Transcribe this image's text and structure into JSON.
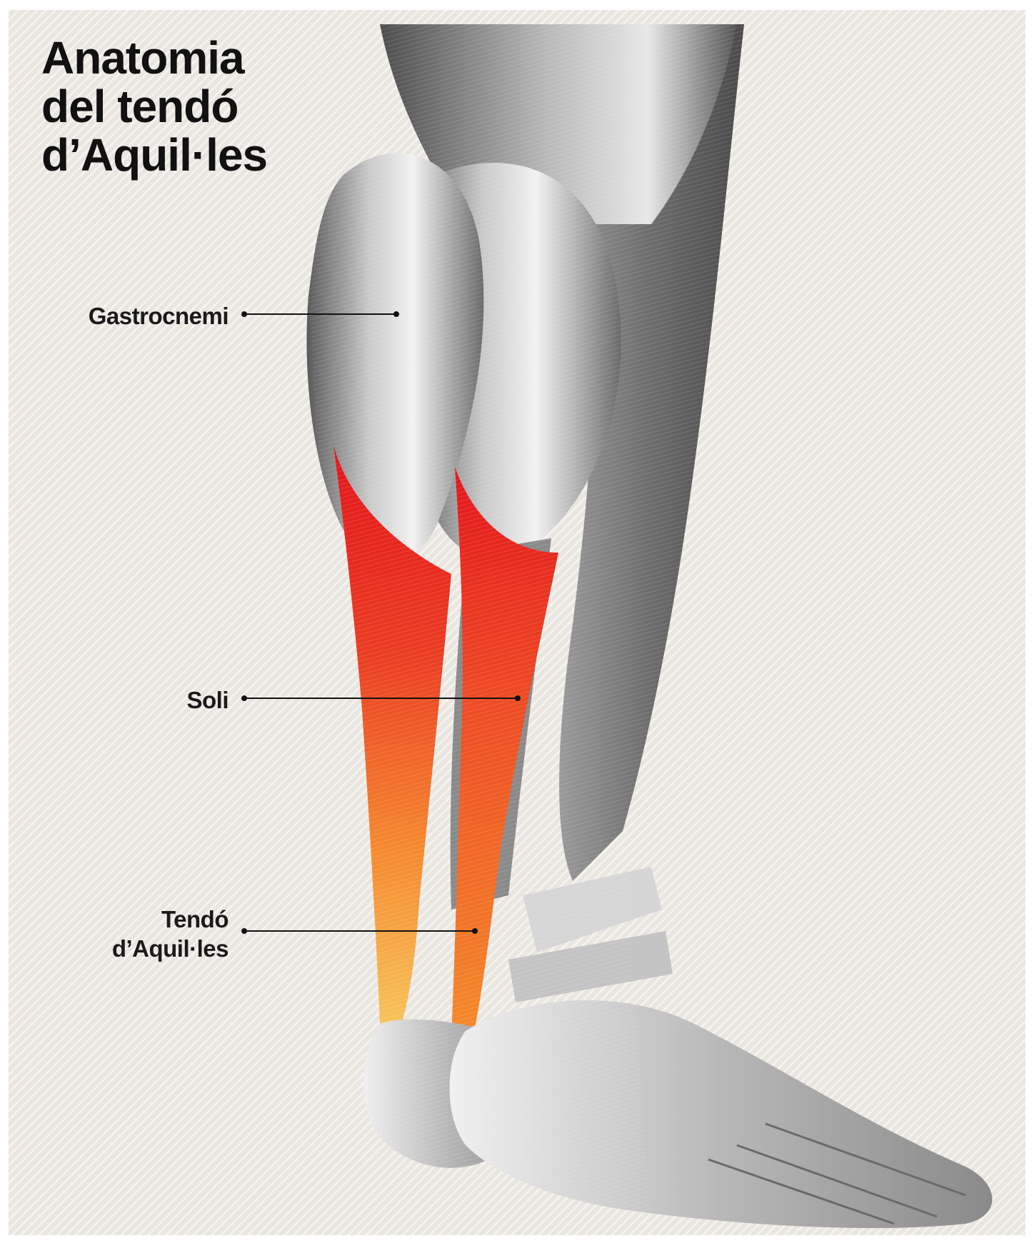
{
  "title": {
    "line1": "Anatomia",
    "line2": "del tendó",
    "line3": "d’Aquil·les"
  },
  "labels": {
    "gastrocnemi": "Gastrocnemi",
    "soli": "Soli",
    "tendo_line1": "Tendó",
    "tendo_line2": "d’Aquil·les"
  },
  "colors": {
    "background": "#e9e5df",
    "tendon_highlight": "#e3161c",
    "tendon_lower": "#f7a23a",
    "muscle_gray": "#7a7a7a"
  }
}
